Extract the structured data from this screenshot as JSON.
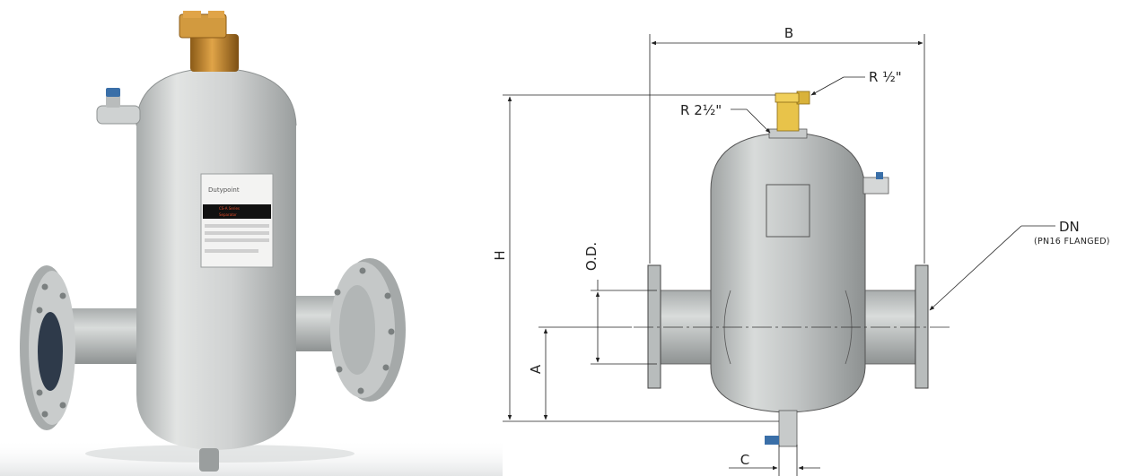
{
  "diagram": {
    "labels": {
      "b": "B",
      "h": "H",
      "a": "A",
      "c": "C",
      "od": "O.D.",
      "r_half": "R ½\"",
      "r_two_half": "R 2½\"",
      "dn": "DN",
      "dn_note": "(PN16 FLANGED)"
    },
    "nameplate": {
      "brand": "Dutypoint",
      "band_text_1": "CS-A Series",
      "band_text_2": "Separator"
    }
  },
  "colors": {
    "steel": "#c3c6c6",
    "brass": "#c98a2e",
    "yellow_fitting": "#e8c34a",
    "blue_valve": "#3a6fa8",
    "line": "#222222"
  }
}
